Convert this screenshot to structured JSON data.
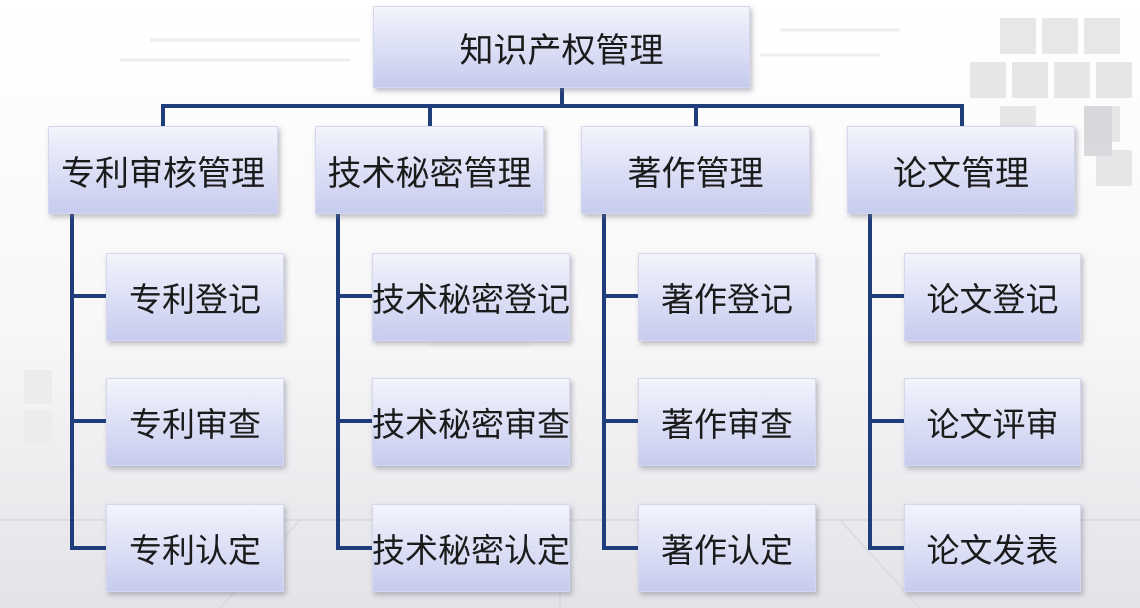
{
  "root": {
    "label": "知识产权管理"
  },
  "branches": [
    {
      "label": "专利审核管理",
      "items": [
        "专利登记",
        "专利审查",
        "专利认定"
      ]
    },
    {
      "label": "技术秘密管理",
      "items": [
        "技术秘密登记",
        "技术秘密审查",
        "技术秘密认定"
      ]
    },
    {
      "label": "著作管理",
      "items": [
        "著作登记",
        "著作审查",
        "著作认定"
      ]
    },
    {
      "label": "论文管理",
      "items": [
        "论文登记",
        "论文评审",
        "论文发表"
      ]
    }
  ],
  "colors": {
    "connector": "#1f3d7a",
    "box_top": "#f3f4fc",
    "box_bottom": "#c7cbee"
  }
}
